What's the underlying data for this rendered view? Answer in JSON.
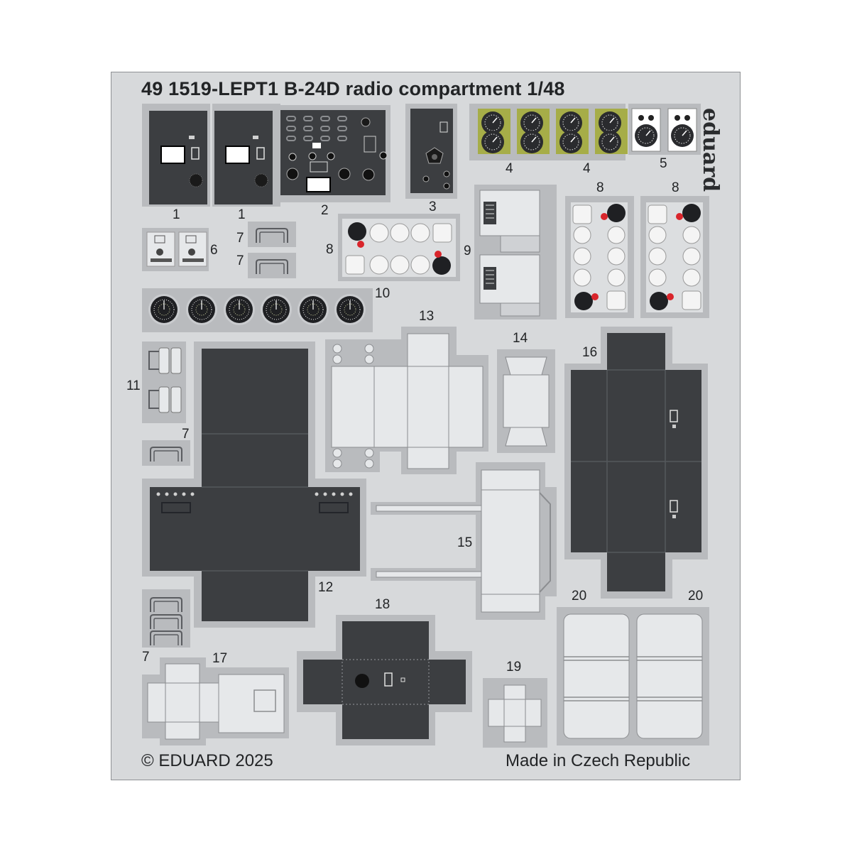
{
  "sheet": {
    "title": "49 1519-LEPT1  B-24D radio compartment  1/48",
    "brand": "eduard",
    "copyright": "© EDUARD 2025",
    "origin": "Made in Czech Republic"
  },
  "part_numbers": [
    "1",
    "1",
    "2",
    "3",
    "4",
    "4",
    "5",
    "6",
    "7",
    "7",
    "8",
    "9",
    "8",
    "8",
    "10",
    "11",
    "7",
    "12",
    "13",
    "14",
    "15",
    "16",
    "17",
    "7",
    "18",
    "19",
    "20",
    "20"
  ],
  "colors": {
    "fret": "#d7d9db",
    "fret_edge": "#8f9194",
    "part_dark": "#3c3e41",
    "part_light": "#e6e8ea",
    "frame": "#b9bbbe",
    "olive": "#a6ad48",
    "red": "#d9252b"
  }
}
